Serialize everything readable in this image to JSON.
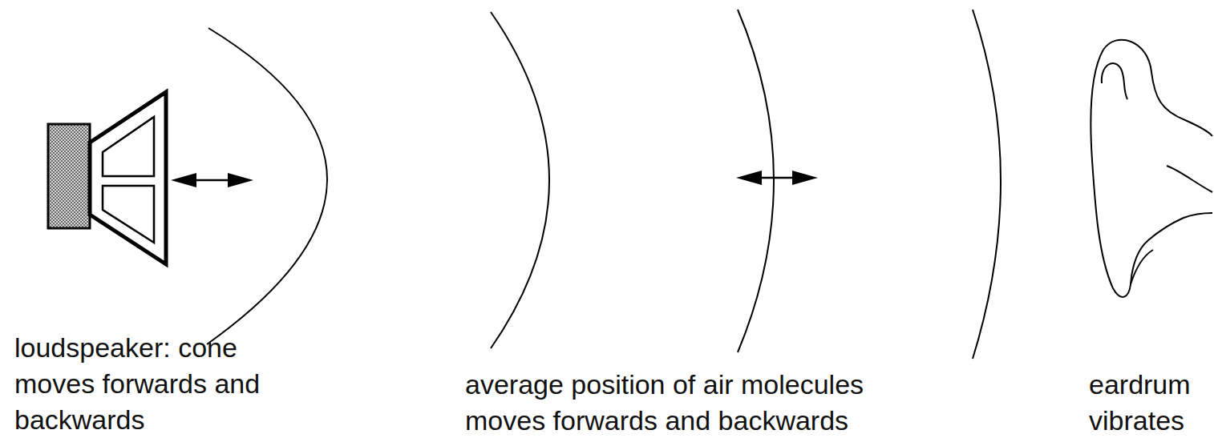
{
  "diagram": {
    "labels": [
      "loudspeaker: cone moves forwards and backwards",
      "average position of air molecules moves forwards and backwards",
      "eardrum vibrates"
    ]
  }
}
